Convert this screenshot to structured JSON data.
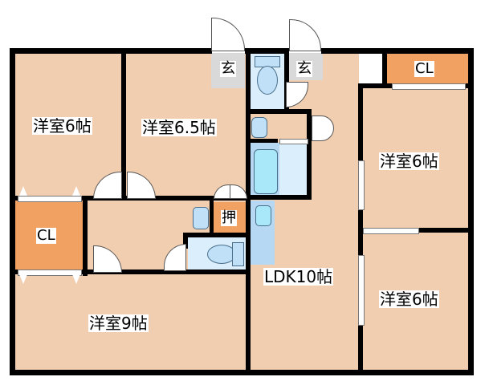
{
  "floorplan": {
    "rooms": [
      {
        "id": "bedroom-nw",
        "label": "洋室6帖"
      },
      {
        "id": "bedroom-n",
        "label": "洋室6.5帖"
      },
      {
        "id": "bedroom-ne",
        "label": "洋室6帖"
      },
      {
        "id": "bedroom-se",
        "label": "洋室6帖"
      },
      {
        "id": "bedroom-sw",
        "label": "洋室9帖"
      },
      {
        "id": "ldk",
        "label": "LDK10帖"
      }
    ],
    "storage": {
      "cl_west": "CL",
      "cl_east": "CL",
      "oshiire": "押"
    },
    "entrances": {
      "genkan_left": "玄",
      "genkan_right": "玄"
    },
    "colors": {
      "room": "#f2ceb0",
      "closet": "#f1a262",
      "genkan": "#d9d9d9",
      "wet_area": "#dbeefc",
      "wall": "#000000"
    }
  }
}
